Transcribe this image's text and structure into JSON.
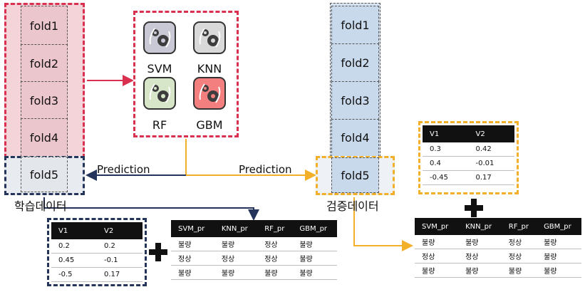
{
  "train_folds": [
    "fold1",
    "fold2",
    "fold3",
    "fold4"
  ],
  "train_holdout_fold": "fold5",
  "train_caption": "학습데이터",
  "val_folds": [
    "fold1",
    "fold2",
    "fold3",
    "fold4"
  ],
  "val_holdout_fold": "fold5",
  "val_caption": "검증데이터",
  "models": [
    {
      "label": "SVM",
      "color": "#c9c9d6",
      "icon": "gears-icon"
    },
    {
      "label": "KNN",
      "color": "#d9d9d9",
      "icon": "gears-icon"
    },
    {
      "label": "RF",
      "color": "#d7e6c8",
      "icon": "gears-icon"
    },
    {
      "label": "GBM",
      "color": "#f47f7f",
      "icon": "gears-icon"
    }
  ],
  "prediction_left": "Prediction",
  "prediction_right": "Prediction",
  "feature_table_train": {
    "headers": [
      "V1",
      "V2"
    ],
    "rows": [
      [
        "0.2",
        "0.2"
      ],
      [
        "0.45",
        "-0.1"
      ],
      [
        "-0.5",
        "0.17"
      ]
    ]
  },
  "pred_table_train": {
    "headers": [
      "SVM_pr",
      "KNN_pr",
      "RF_pr",
      "GBM_pr"
    ],
    "rows": [
      [
        "불량",
        "불량",
        "정상",
        "불량"
      ],
      [
        "정상",
        "정상",
        "정상",
        "불량"
      ],
      [
        "불량",
        "불량",
        "불량",
        "불량"
      ]
    ]
  },
  "feature_table_val": {
    "headers": [
      "V1",
      "V2"
    ],
    "rows": [
      [
        "0.3",
        "0.42"
      ],
      [
        "0.4",
        "-0.01"
      ],
      [
        "-0.45",
        "0.17"
      ]
    ]
  },
  "pred_table_val": {
    "headers": [
      "SVM_pr",
      "KNN_pr",
      "RF_pr",
      "GBM_pr"
    ],
    "rows": [
      [
        "불량",
        "불량",
        "정상",
        "불량"
      ],
      [
        "정상",
        "정상",
        "정상",
        "불량"
      ],
      [
        "불량",
        "불량",
        "불량",
        "불량"
      ]
    ]
  },
  "colors": {
    "train_accent": "#d9304f",
    "navy": "#24345b",
    "orange": "#f2b02a"
  }
}
